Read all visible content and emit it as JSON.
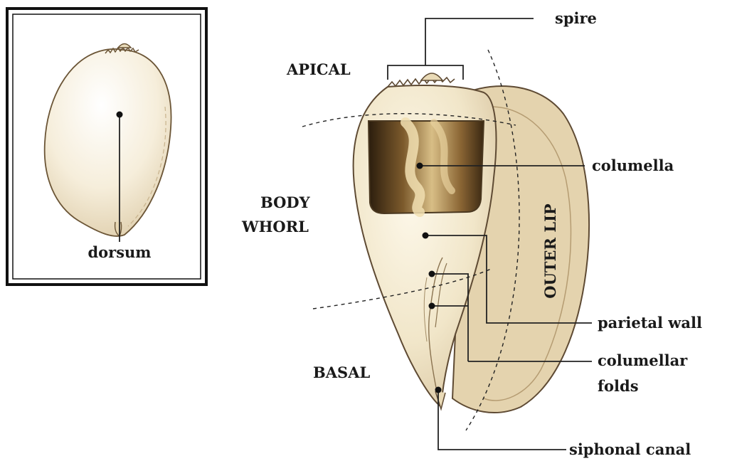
{
  "inset": {
    "label": "dorsum"
  },
  "zones": {
    "apical": "APICAL",
    "body_line1": "BODY",
    "body_line2": "WHORL",
    "basal": "BASAL"
  },
  "parts": {
    "spire": "spire",
    "columella": "columella",
    "outer_lip": "OUTER LIP",
    "parietal_wall": "parietal wall",
    "columellar_folds_line1": "columellar",
    "columellar_folds_line2": "folds",
    "siphonal_canal": "siphonal canal"
  },
  "colors": {
    "shell_light": "#f7efd7",
    "shell_mid": "#eadcb8",
    "shell_shadow": "#d8c4a0",
    "outline": "#5e4a33",
    "leader": "#222222"
  }
}
